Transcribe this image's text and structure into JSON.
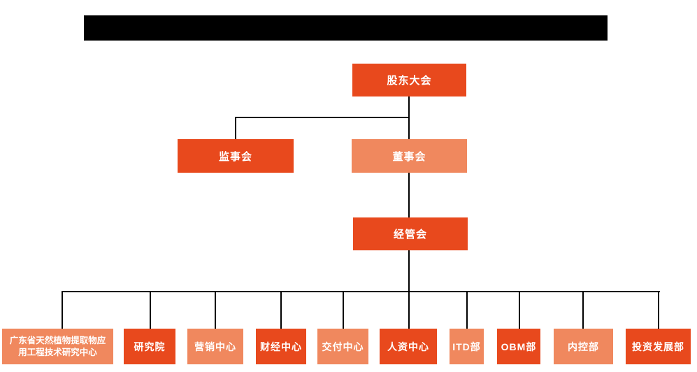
{
  "colors": {
    "node_dark": "#e8491d",
    "node_light": "#f0885e",
    "connector_line": "#000000",
    "redaction_bar": "#000000",
    "node_text": "#ffffff",
    "background": "#ffffff"
  },
  "org_chart": {
    "nodes": {
      "shareholders": {
        "label": "股东大会"
      },
      "supervisory": {
        "label": "监事会"
      },
      "board": {
        "label": "董事会"
      },
      "management": {
        "label": "经管会"
      }
    },
    "departments": [
      {
        "label": "广东省天然植物提取物应用工程技术研究中心"
      },
      {
        "label": "研究院"
      },
      {
        "label": "营销中心"
      },
      {
        "label": "财经中心"
      },
      {
        "label": "交付中心"
      },
      {
        "label": "人资中心"
      },
      {
        "label": "ITD部"
      },
      {
        "label": "OBM部"
      },
      {
        "label": "内控部"
      },
      {
        "label": "投资发展部"
      }
    ]
  }
}
